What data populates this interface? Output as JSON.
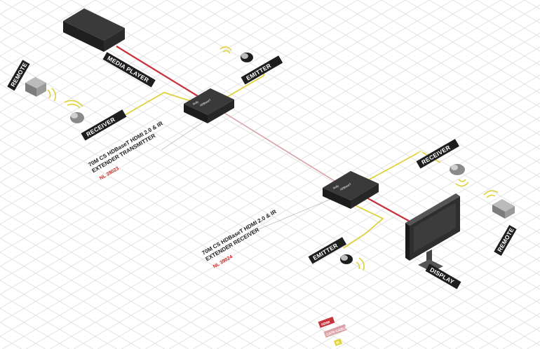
{
  "labels": {
    "media_player": "MEDIA PLAYER",
    "emitter": "EMITTER",
    "ir": "IR",
    "receiver": "RECEIVER",
    "remote": "REMOTE",
    "display": "DISPLAY"
  },
  "captions": {
    "transmitter_line1": "70M CS HDBaseT HDMI 2.0 & IR",
    "transmitter_line2": "EXTENDER TRANSMITTER",
    "transmitter_code": "NL 39023",
    "receiver_line1": "70M CS HDBaseT HDMI 2.0 & IR",
    "receiver_line2": "EXTENDER RECEIVER",
    "receiver_code": "NL 39024"
  },
  "device_text": {
    "brand": "lindy",
    "model": "HDBaseT"
  },
  "legend": {
    "item1": "HDMI",
    "item2": "CAT6 CABLE",
    "item3": "IR"
  },
  "colors": {
    "hdmi": "#c8323a",
    "cat": "#d9a3a8",
    "ir": "#e0d23c",
    "device": "#2b2b2b",
    "grid": "#e6e6e6",
    "label_bg": "#1e1e1e"
  }
}
